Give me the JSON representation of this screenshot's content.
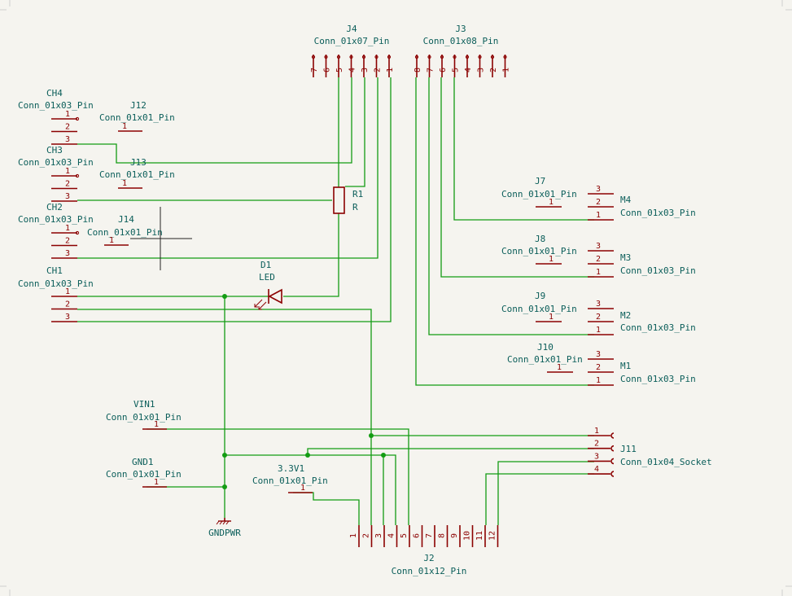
{
  "colors": {
    "background": "#f5f4ef",
    "wire": "#139c13",
    "pin": "#8b0000",
    "text": "#0b5e5a"
  },
  "symbols": {
    "J4": {
      "ref": "J4",
      "value": "Conn_01x07_Pin",
      "pins": [
        "7",
        "6",
        "5",
        "4",
        "3",
        "2",
        "1"
      ]
    },
    "J3": {
      "ref": "J3",
      "value": "Conn_01x08_Pin",
      "pins": [
        "8",
        "7",
        "6",
        "5",
        "4",
        "3",
        "2",
        "1"
      ]
    },
    "CH4": {
      "ref": "CH4",
      "value": "Conn_01x03_Pin",
      "pins": [
        "1",
        "2",
        "3"
      ]
    },
    "CH3": {
      "ref": "CH3",
      "value": "Conn_01x03_Pin",
      "pins": [
        "1",
        "2",
        "3"
      ]
    },
    "CH2": {
      "ref": "CH2",
      "value": "Conn_01x03_Pin",
      "pins": [
        "1",
        "2",
        "3"
      ]
    },
    "CH1": {
      "ref": "CH1",
      "value": "Conn_01x03_Pin",
      "pins": [
        "1",
        "2",
        "3"
      ]
    },
    "J12": {
      "ref": "J12",
      "value": "Conn_01x01_Pin",
      "pins": [
        "1"
      ]
    },
    "J13": {
      "ref": "J13",
      "value": "Conn_01x01_Pin",
      "pins": [
        "1"
      ]
    },
    "J14": {
      "ref": "J14",
      "value": "Conn_01x01_Pin",
      "pins": [
        "1"
      ]
    },
    "R1": {
      "ref": "R1",
      "value": "R"
    },
    "D1": {
      "ref": "D1",
      "value": "LED"
    },
    "J7": {
      "ref": "J7",
      "value": "Conn_01x01_Pin",
      "pins": [
        "1"
      ]
    },
    "J8": {
      "ref": "J8",
      "value": "Conn_01x01_Pin",
      "pins": [
        "1"
      ]
    },
    "J9": {
      "ref": "J9",
      "value": "Conn_01x01_Pin",
      "pins": [
        "1"
      ]
    },
    "J10": {
      "ref": "J10",
      "value": "Conn_01x01_Pin",
      "pins": [
        "1"
      ]
    },
    "M4": {
      "ref": "M4",
      "value": "Conn_01x03_Pin",
      "pins": [
        "3",
        "2",
        "1"
      ]
    },
    "M3": {
      "ref": "M3",
      "value": "Conn_01x03_Pin",
      "pins": [
        "3",
        "2",
        "1"
      ]
    },
    "M2": {
      "ref": "M2",
      "value": "Conn_01x03_Pin",
      "pins": [
        "3",
        "2",
        "1"
      ]
    },
    "M1": {
      "ref": "M1",
      "value": "Conn_01x03_Pin",
      "pins": [
        "3",
        "2",
        "1"
      ]
    },
    "VIN1": {
      "ref": "VIN1",
      "value": "Conn_01x01_Pin",
      "pins": [
        "1"
      ]
    },
    "GND1": {
      "ref": "GND1",
      "value": "Conn_01x01_Pin",
      "pins": [
        "1"
      ]
    },
    "V33": {
      "ref": "3.3V1",
      "value": "Conn_01x01_Pin",
      "pins": [
        "1"
      ]
    },
    "GNDPWR": {
      "ref": "GNDPWR"
    },
    "J11": {
      "ref": "J11",
      "value": "Conn_01x04_Socket",
      "pins": [
        "1",
        "2",
        "3",
        "4"
      ]
    },
    "J2": {
      "ref": "J2",
      "value": "Conn_01x12_Pin",
      "pins": [
        "1",
        "2",
        "3",
        "4",
        "5",
        "6",
        "7",
        "8",
        "9",
        "10",
        "11",
        "12"
      ]
    }
  }
}
